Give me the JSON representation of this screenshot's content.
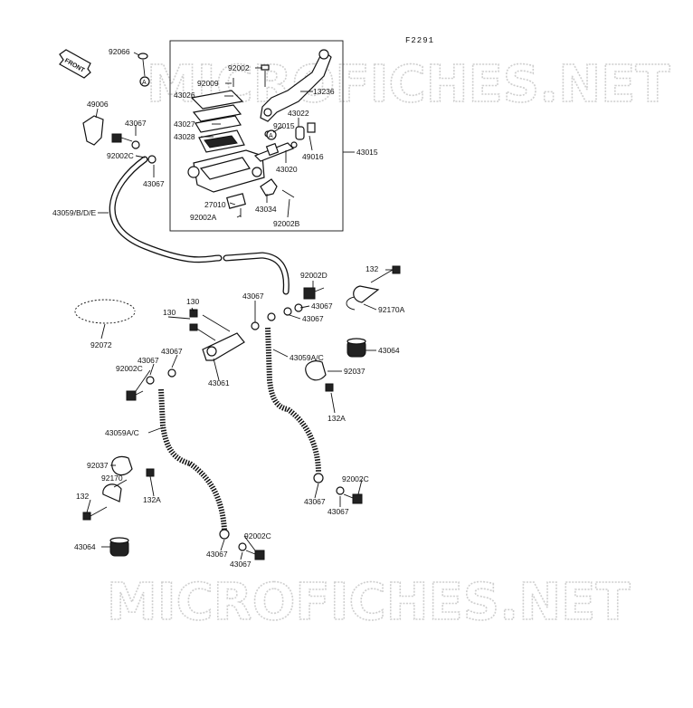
{
  "figure_code": "F2291",
  "front_label": "FRONT",
  "watermark": "MICROFICHES.NET",
  "ref_marker": "A",
  "labels": {
    "p92066": "92066",
    "p49006": "49006",
    "p43067a": "43067",
    "p92002c_a": "92002C",
    "p43067b": "43067",
    "p43059bde": "43059/B/D/E",
    "p92002": "92002",
    "p92009": "92009",
    "p43026": "43026",
    "p43027": "43027",
    "p43028": "43028",
    "p13236": "13236",
    "p43022": "43022",
    "p92015": "92015",
    "p49016": "49016",
    "p43020": "43020",
    "p43015": "43015",
    "p27010": "27010",
    "p92002a": "92002A",
    "p43034": "43034",
    "p92002b": "92002B",
    "p92002d": "92002D",
    "p132a": "132",
    "p43067c": "43067",
    "p43067d": "43067",
    "p92170a": "92170A",
    "p43064a": "43064",
    "p43059ac_a": "43059A/C",
    "p92037a": "92037",
    "p132a_b": "132A",
    "p92072": "92072",
    "p130a": "130",
    "p130b": "130",
    "p43067e": "43067",
    "p43067f": "43067",
    "p43067g": "43067",
    "p92002c_b": "92002C",
    "p43061": "43061",
    "p43059ac_b": "43059A/C",
    "p92037b": "92037",
    "p92170": "92170",
    "p132b": "132",
    "p132a_c": "132A",
    "p43064b": "43064",
    "p43067h": "43067",
    "p92002c_c": "92002C",
    "p43067i": "43067",
    "p92002c_d": "92002C",
    "p43067j": "43067",
    "p43067k": "43067"
  }
}
